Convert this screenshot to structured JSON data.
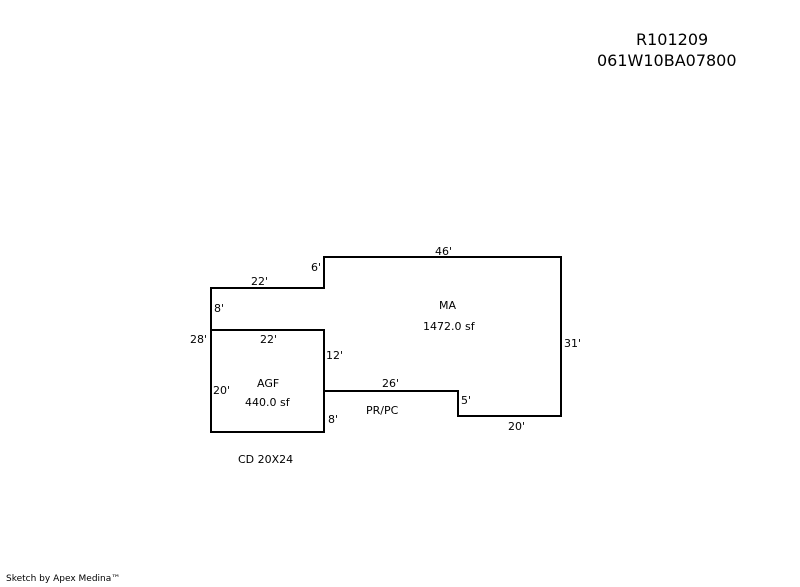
{
  "header": {
    "parcel_number": "R101209",
    "map_taxlot": "061W10BA07800"
  },
  "sketch": {
    "areas": {
      "main": {
        "code": "MA",
        "area": "1472.0 sf"
      },
      "garage": {
        "code": "AGF",
        "area": "440.0 sf"
      },
      "porch": {
        "code": "PR/PC"
      }
    },
    "dimensions": {
      "ma_top": "46'",
      "ma_right": "31'",
      "ma_bottom": "20'",
      "ma_notch_step": "5'",
      "ma_notch_top": "26'",
      "ma_inner_vertical": "12'",
      "ma_left_step": "6'",
      "ma_upper_left_top": "22'",
      "ma_left_short": "8'",
      "overall_left": "28'",
      "garage_top": "22'",
      "garage_left": "20'",
      "garage_right_lower": "8'"
    },
    "note": "CD 20X24"
  },
  "footer": {
    "credit": "Sketch by Apex Medina™"
  }
}
